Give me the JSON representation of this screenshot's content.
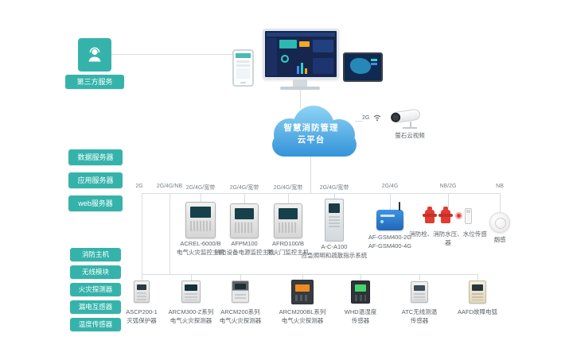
{
  "colors": {
    "teal": "#35b3ab",
    "cloud_blue_top": "#8ed4f4",
    "cloud_blue_bottom": "#2e8fd8",
    "hydrant_red": "#e23b32",
    "gateway_blue": "#2f7fd1",
    "line_gray": "#d8dde0"
  },
  "third_party": {
    "label": "第三方服务"
  },
  "cloud": {
    "line1": "智慧消防管理",
    "line2": "云平台"
  },
  "camera": {
    "network": "2G",
    "label": "萤石云视频"
  },
  "servers": {
    "items": [
      {
        "label": "数据服务器"
      },
      {
        "label": "应用服务器"
      },
      {
        "label": "web服务器"
      }
    ]
  },
  "categories": {
    "items": [
      {
        "label": "消防主机"
      },
      {
        "label": "无线模块"
      },
      {
        "label": "火灾探测器"
      },
      {
        "label": "漏电互感器"
      },
      {
        "label": "温度传感器"
      }
    ]
  },
  "networks": {
    "items": [
      {
        "label": "2G"
      },
      {
        "label": "2G/4G/NB"
      },
      {
        "label": "2G/4G/宽带"
      },
      {
        "label": "2G/4G/宽带"
      },
      {
        "label": "2G/4G/宽带"
      },
      {
        "label": "2G/4G/宽带"
      },
      {
        "label": "2G/4G"
      },
      {
        "label": "NB/2G"
      },
      {
        "label": "NB"
      }
    ]
  },
  "middle_devices": {
    "items": [
      {
        "model": "ACREL-6000/B",
        "name": "电气火灾监控主机"
      },
      {
        "model": "AFPM100",
        "name": "消防设备电源监控主机"
      },
      {
        "model": "AFRD100/B",
        "name": "防火门监控主机"
      },
      {
        "model": "A-C-A100",
        "name": "应急照明和疏散指示系统"
      },
      {
        "model": "AF-GSM400-2G",
        "name": "AF-GSM400-4G"
      },
      {
        "model": "",
        "name": "消防栓、消防水压、水位传感器"
      },
      {
        "model": "",
        "name": "烟感"
      }
    ]
  },
  "bottom_devices": {
    "items": [
      {
        "model": "ASCP200-1",
        "name": "灭弧保护器"
      },
      {
        "model": "ARCM300-Z系列",
        "name": "电气火灾探测器"
      },
      {
        "model": "ARCM200系列",
        "name": "电气火灾探测器"
      },
      {
        "model": "ARCM200BL系列",
        "name": "电气火灾探测器"
      },
      {
        "model": "WHD温湿度",
        "name": "传感器"
      },
      {
        "model": "ATC无线测温",
        "name": "传感器"
      },
      {
        "model": "AAFD故障电弧",
        "name": ""
      }
    ]
  }
}
